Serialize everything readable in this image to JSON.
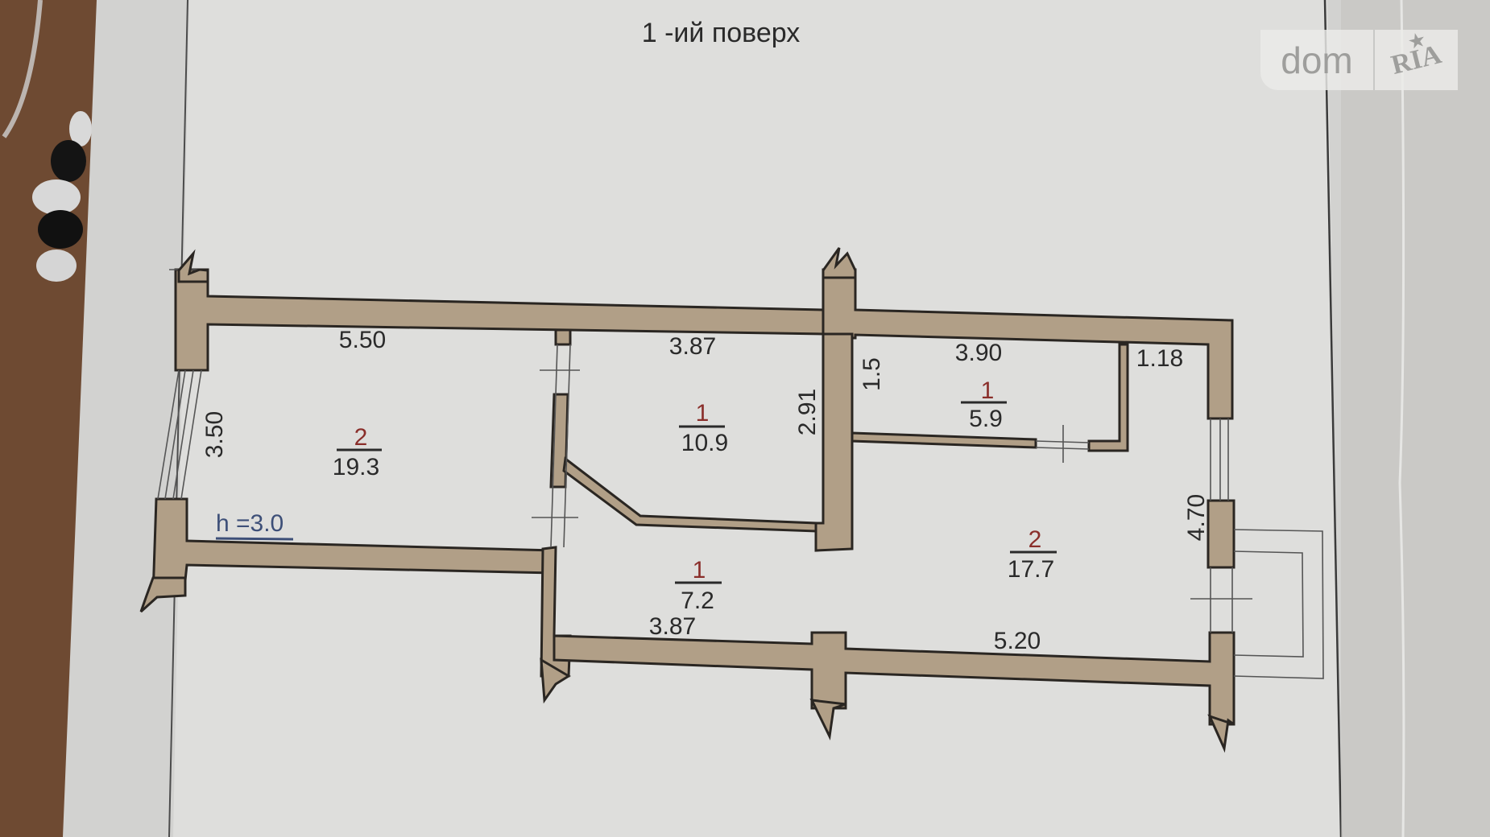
{
  "document": {
    "title": "1 -ий поверх",
    "ceiling_height_label": "h =3.0"
  },
  "watermark": {
    "left_text": "dom",
    "right_text": "RIA",
    "star_glyph": "★"
  },
  "rooms": [
    {
      "id": "room-left",
      "number": "2",
      "area": "19.3"
    },
    {
      "id": "room-center-top",
      "number": "1",
      "area": "10.9"
    },
    {
      "id": "room-right-small",
      "number": "1",
      "area": "5.9"
    },
    {
      "id": "room-corridor",
      "number": "1",
      "area": "7.2"
    },
    {
      "id": "room-right-large",
      "number": "2",
      "area": "17.7"
    }
  ],
  "dimensions": {
    "left_room_width": "5.50",
    "left_room_depth": "3.50",
    "center_room_width": "3.87",
    "center_room_depth": "2.91",
    "small_room_width": "3.90",
    "small_room_depth": "1.5",
    "niche_width": "1.18",
    "right_room_depth": "4.70",
    "corridor_bottom_width": "3.87",
    "right_room_bottom_width": "5.20"
  },
  "colors": {
    "wall_fill": "#b19f87",
    "wall_stroke": "#2a2622",
    "room_number": "#8a2e2a",
    "height_label": "#3d4f78",
    "paper": "#dcdcda",
    "wood": "#6e4a32"
  }
}
